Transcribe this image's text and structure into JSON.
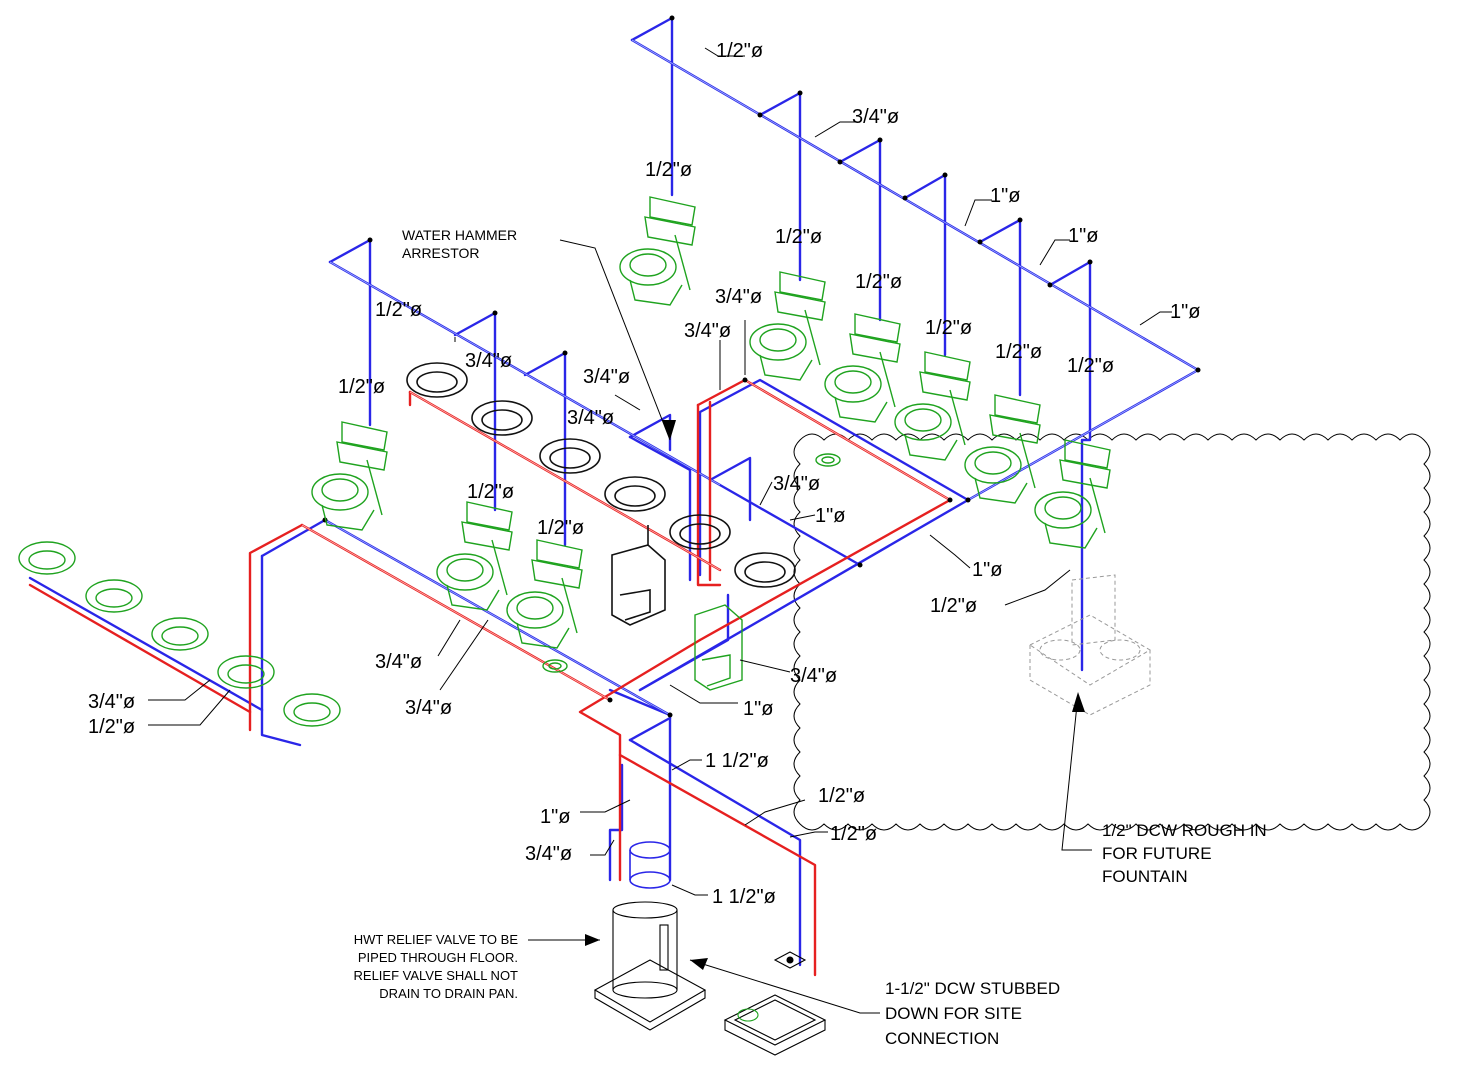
{
  "diagram": {
    "colors": {
      "cold_water": "#2a26e8",
      "hot_water": "#e62020",
      "fixtures": "#1fa31f",
      "lavatories": "#111111",
      "future_fixture": "#999999"
    },
    "pipe_labels": [
      "1/2\"ø",
      "3/4\"ø",
      "1/2\"ø",
      "1\"ø",
      "1\"ø",
      "1/2\"ø",
      "1\"ø",
      "1/2\"ø",
      "1/2\"ø",
      "3/4\"ø",
      "3/4\"ø",
      "1/2\"ø",
      "1/2\"ø",
      "1/2\"ø",
      "3/4\"ø",
      "3/4\"ø",
      "1/2\"ø",
      "3/4\"ø",
      "1\"ø",
      "1\"ø",
      "1/2\"ø",
      "1/2\"ø",
      "1/2\"ø",
      "1/2\"ø",
      "3/4\"ø",
      "3/4\"ø",
      "3/4\"ø",
      "3/4\"ø",
      "3/4\"ø",
      "1\"ø",
      "1 1/2\"ø",
      "1\"ø",
      "1/2\"ø",
      "1/2\"ø",
      "3/4\"ø",
      "1 1/2\"ø"
    ],
    "notes": {
      "water_hammer": [
        "WATER HAMMER",
        "ARRESTOR"
      ],
      "fountain": [
        "1/2\" DCW ROUGH IN",
        "FOR FUTURE",
        "FOUNTAIN"
      ],
      "site_connection": [
        "1-1/2\" DCW STUBBED",
        "DOWN FOR SITE",
        "CONNECTION"
      ],
      "relief_valve": [
        "HWT RELIEF VALVE TO BE",
        "PIPED THROUGH FLOOR.",
        "RELIEF VALVE SHALL NOT",
        "DRAIN TO DRAIN PAN."
      ]
    }
  }
}
